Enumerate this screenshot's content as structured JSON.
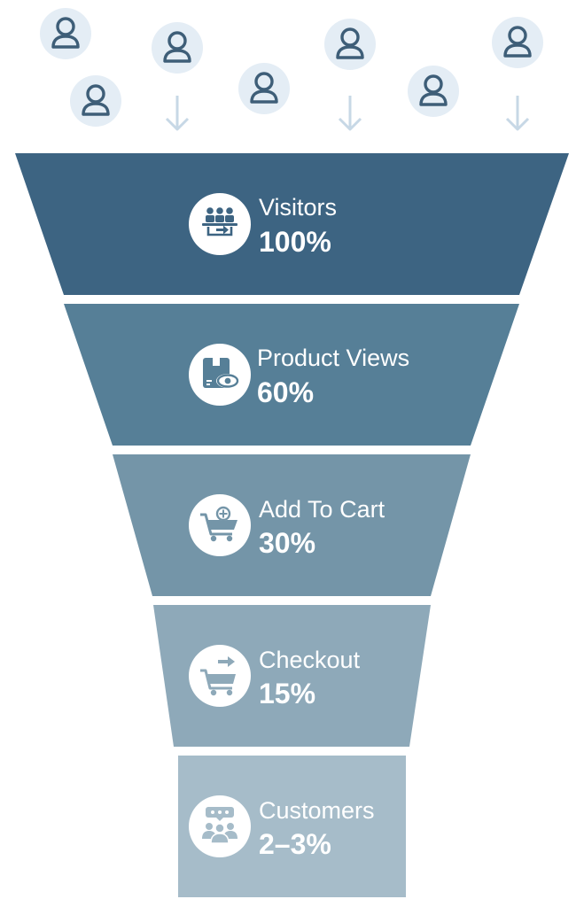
{
  "colors": {
    "background": "#ffffff",
    "user_circle": "#e4edf5",
    "user_stroke": "#3e5e78",
    "arrow": "#c7d8e6",
    "badge": "#ffffff"
  },
  "users": [
    {
      "icon": "user-icon"
    },
    {
      "icon": "user-icon"
    },
    {
      "icon": "user-icon"
    },
    {
      "icon": "user-icon"
    },
    {
      "icon": "user-icon"
    },
    {
      "icon": "user-icon"
    },
    {
      "icon": "user-icon"
    }
  ],
  "arrows": [
    {
      "icon": "arrow-down-icon"
    },
    {
      "icon": "arrow-down-icon"
    },
    {
      "icon": "arrow-down-icon"
    }
  ],
  "stages": [
    {
      "label": "Visitors",
      "value": "100%",
      "color": "#3d6482",
      "icon": "group-enter-icon"
    },
    {
      "label": "Product Views",
      "value": "60%",
      "color": "#567f97",
      "icon": "product-view-icon"
    },
    {
      "label": "Add To Cart",
      "value": "30%",
      "color": "#7495a8",
      "icon": "cart-add-icon"
    },
    {
      "label": "Checkout",
      "value": "15%",
      "color": "#8ea9b9",
      "icon": "cart-checkout-icon"
    },
    {
      "label": "Customers",
      "value": "2–3%",
      "color": "#a6bcc9",
      "icon": "customers-rating-icon"
    }
  ]
}
